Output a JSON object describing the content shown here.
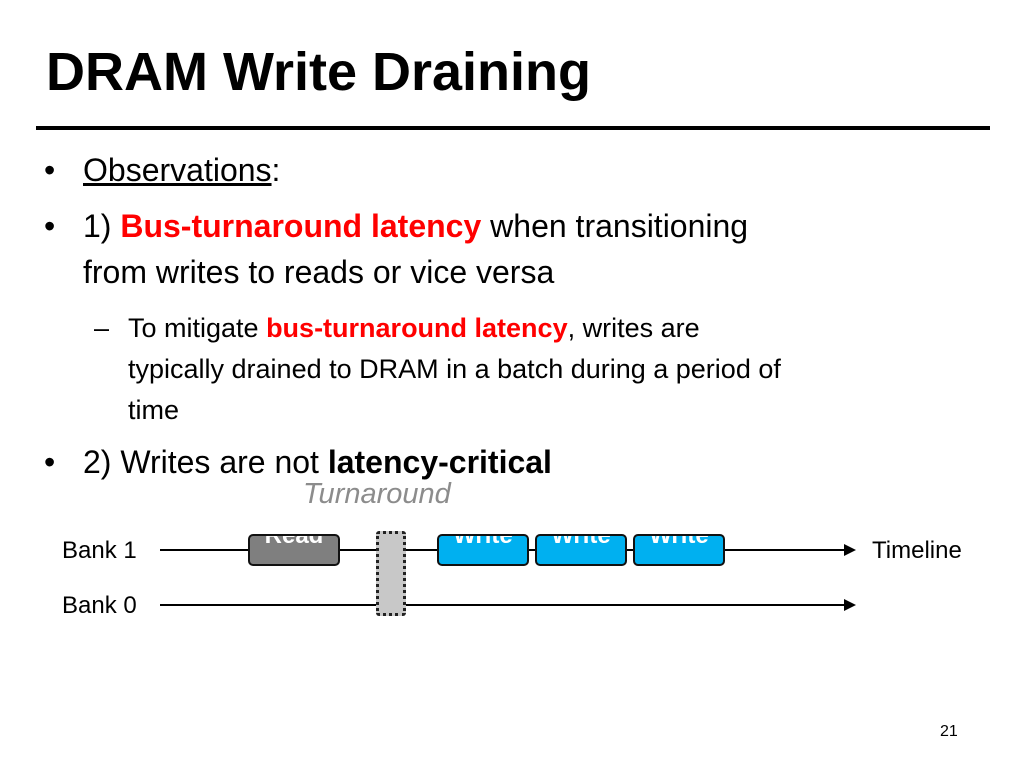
{
  "title": "DRAM Write Draining",
  "bullets": {
    "b1": {
      "marker": "•",
      "label": "Observations",
      "suffix": ":"
    },
    "b2": {
      "marker": "•",
      "prefix": "1) ",
      "highlight": "Bus-turnaround latency",
      "line1_rest": " when transitioning",
      "line2": "from writes to reads or vice versa"
    },
    "sub": {
      "marker": "–",
      "prefix": "To mitigate ",
      "highlight": "bus-turnaround latency",
      "line1_rest": ", writes are",
      "line2": "typically drained to DRAM in a batch during a period of",
      "line3": "time"
    },
    "b3": {
      "marker": "•",
      "prefix": "2) Writes are not ",
      "bold": "latency-critical"
    }
  },
  "diagram": {
    "turnaround_label": "Turnaround",
    "banks": [
      "Bank 1",
      "Bank 0"
    ],
    "timeline_label": "Timeline",
    "ops": [
      {
        "label": "Read",
        "kind": "read"
      },
      {
        "label": "Write",
        "kind": "write"
      },
      {
        "label": "Write",
        "kind": "write"
      },
      {
        "label": "Write",
        "kind": "write"
      }
    ]
  },
  "colors": {
    "highlight": "#ff0000",
    "read": "#7f7f7f",
    "write": "#00b0f0",
    "turnaround": "#c8c8c8",
    "turnaround_label": "#8c8c8c"
  },
  "page_number": "21"
}
